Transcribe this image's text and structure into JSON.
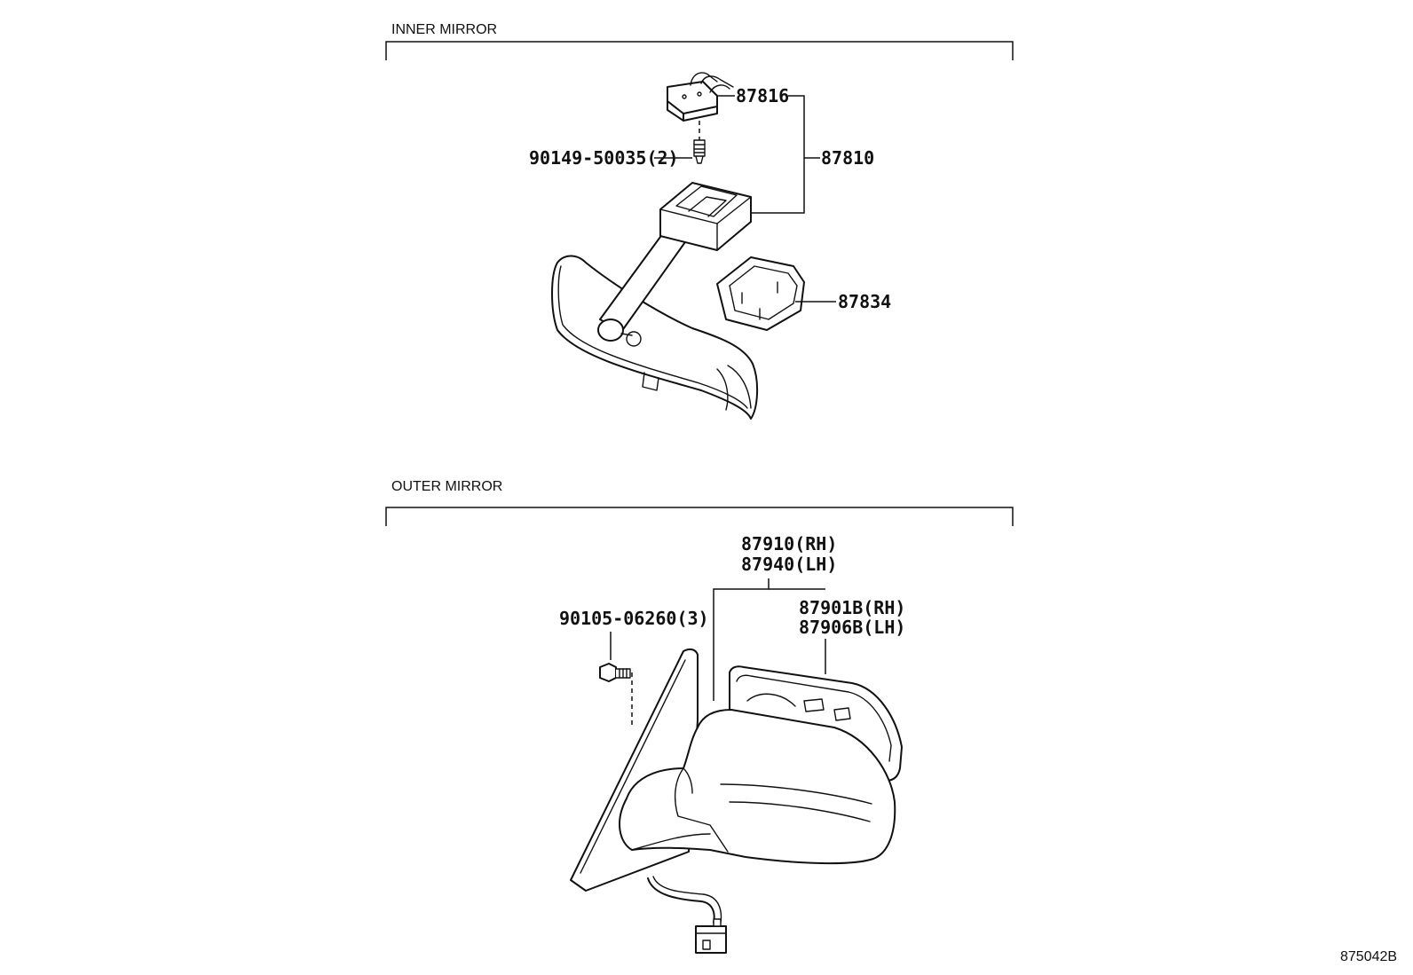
{
  "diagram": {
    "sections": {
      "inner": "INNER MIRROR",
      "outer": "OUTER MIRROR"
    },
    "parts": {
      "p87816": "87816",
      "p87810": "87810",
      "p90149": "90149-50035(2)",
      "p87834": "87834",
      "p87910": "87910(RH)",
      "p87940": "87940(LH)",
      "p87901": "87901B(RH)",
      "p87906": "87906B(LH)",
      "p90105": "90105-06260(3)"
    },
    "ref_code": "875042B"
  }
}
